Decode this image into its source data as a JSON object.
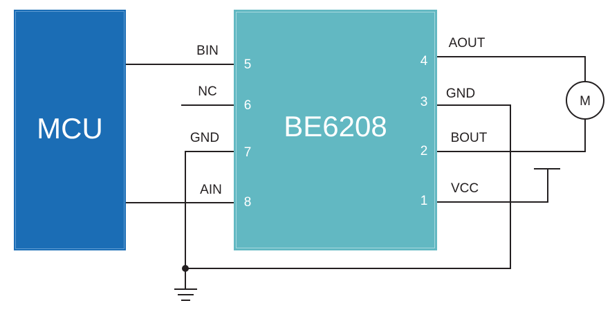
{
  "mcu": {
    "label": "MCU",
    "fill": "#1b6db5",
    "border": "#3e86c6"
  },
  "chip": {
    "label": "BE6208",
    "fill": "#62b8c2",
    "border": "#8ccbd3"
  },
  "left_pins": [
    {
      "number": "5",
      "name": "BIN"
    },
    {
      "number": "6",
      "name": "NC"
    },
    {
      "number": "7",
      "name": "GND"
    },
    {
      "number": "8",
      "name": "AIN"
    }
  ],
  "right_pins": [
    {
      "number": "4",
      "name": "AOUT"
    },
    {
      "number": "3",
      "name": "GND"
    },
    {
      "number": "2",
      "name": "BOUT"
    },
    {
      "number": "1",
      "name": "VCC"
    }
  ],
  "motor": {
    "label": "M"
  },
  "colors": {
    "wire": "#231f20",
    "background": "#ffffff"
  }
}
